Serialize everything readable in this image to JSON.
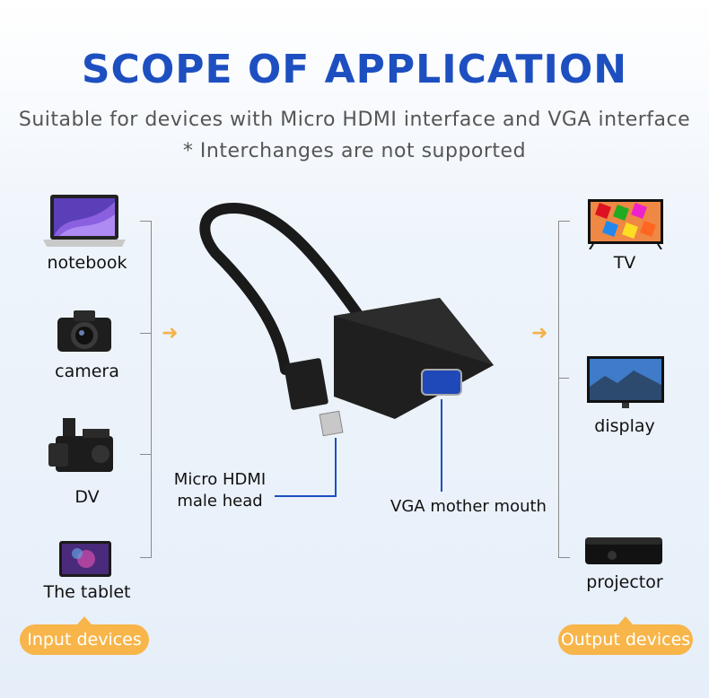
{
  "title": "SCOPE OF APPLICATION",
  "subtitle": "Suitable for devices with Micro HDMI interface and VGA interface",
  "note": "* Interchanges are not supported",
  "input_devices": [
    {
      "label": "notebook",
      "icon": "laptop-icon"
    },
    {
      "label": "camera",
      "icon": "camera-icon"
    },
    {
      "label": "DV",
      "icon": "camcorder-icon"
    },
    {
      "label": "The tablet",
      "icon": "tablet-icon"
    }
  ],
  "output_devices": [
    {
      "label": "TV",
      "icon": "tv-icon"
    },
    {
      "label": "display",
      "icon": "monitor-icon"
    },
    {
      "label": "projector",
      "icon": "projector-icon"
    }
  ],
  "callouts": {
    "micro_hdmi": "Micro HDMI\nmale head",
    "vga": "VGA mother mouth"
  },
  "input_pill": "Input devices",
  "output_pill": "Output devices",
  "colors": {
    "accent": "#1d4fc0",
    "pill": "#f7b54a",
    "arrow": "#f4b24a"
  }
}
